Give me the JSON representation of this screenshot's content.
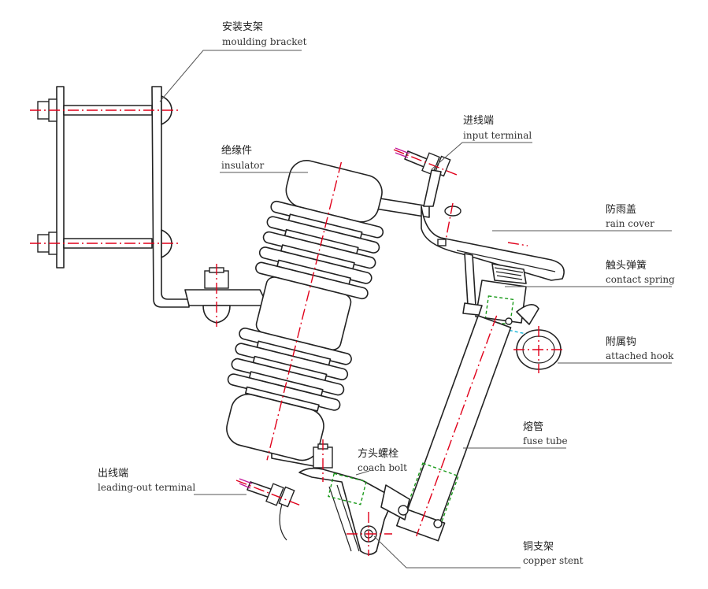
{
  "labels": {
    "moulding_bracket": {
      "zh": "安装支架",
      "en": "moulding bracket"
    },
    "input_terminal": {
      "zh": "进线端",
      "en": "input terminal"
    },
    "insulator": {
      "zh": "绝缘件",
      "en": "insulator"
    },
    "rain_cover": {
      "zh": "防雨盖",
      "en": "rain cover"
    },
    "contact_spring": {
      "zh": "触头弹簧",
      "en": "contact spring"
    },
    "attached_hook": {
      "zh": "附属钩",
      "en": "attached hook"
    },
    "fuse_tube": {
      "zh": "熔管",
      "en": "fuse tube"
    },
    "coach_bolt": {
      "zh": "方头螺栓",
      "en": "coach bolt"
    },
    "leading_out_terminal": {
      "zh": "出线端",
      "en": "leading-out terminal"
    },
    "copper_stent": {
      "zh": "铜支架",
      "en": "copper stent"
    }
  },
  "colors": {
    "outline": "#222222",
    "centerline": "#e0001a",
    "hidden_green": "#1a9a1a",
    "hidden_cyan": "#19b6d8",
    "terminal_magenta": "#c2189a"
  }
}
